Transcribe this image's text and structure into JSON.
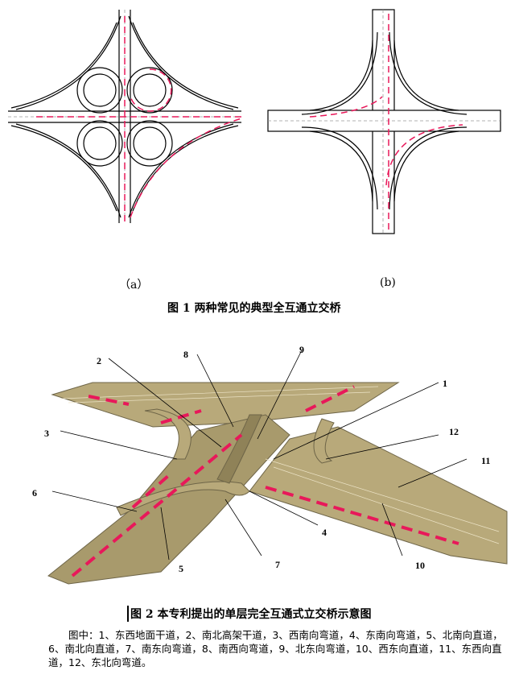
{
  "figure1": {
    "sub_a": "（a）",
    "sub_b": "(b)",
    "caption": "图 1  两种常见的典型全互通立交桥"
  },
  "figure2": {
    "caption": "图 2  本专利提出的单层完全互通式立交桥示意图",
    "callouts": [
      "1",
      "2",
      "3",
      "4",
      "5",
      "6",
      "7",
      "8",
      "9",
      "10",
      "11",
      "12"
    ],
    "legend_text": "图中：1、东西地面干道，2、南北高架干道，3、西南向弯道，4、东南向弯道，5、北南向直道，6、南北向直道，7、南东向弯道，8、南西向弯道，9、北东向弯道，10、西东向直道，11、东西向直道，12、东北向弯道。"
  },
  "colors": {
    "arrow": "#e8185a",
    "road": "#b8a97a",
    "road_edge": "#6e6548"
  }
}
